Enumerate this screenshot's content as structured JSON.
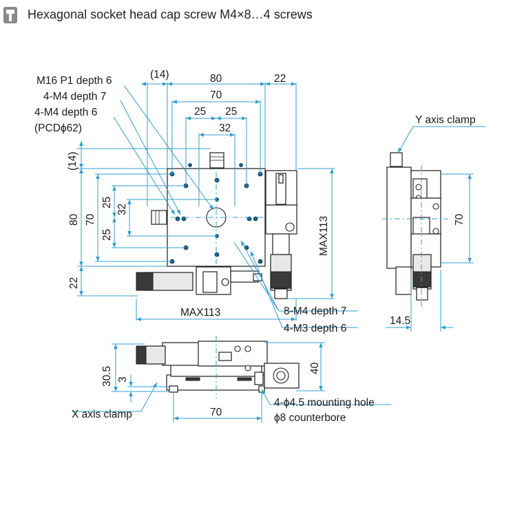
{
  "header": {
    "icon": "screw-icon",
    "title": "Hexagonal socket head cap screw M4×8…4 screws"
  },
  "callouts": {
    "m16": "M16 P1 depth 6",
    "m4_7": "4-M4 depth 7",
    "m4_6": "4-M4 depth 6",
    "pcd": "(PCDϕ62)",
    "y_clamp": "Y axis clamp",
    "m4_8": "8-M4 depth 7",
    "m3": "4-M3 depth 6",
    "x_clamp": "X axis clamp",
    "mount_hole": "4-ϕ4.5 mounting hole",
    "counterbore": "ϕ8 counterbore"
  },
  "dims": {
    "top_14": "(14)",
    "top_80": "80",
    "top_22": "22",
    "top_70": "70",
    "top_25a": "25",
    "top_25b": "25",
    "top_32": "32",
    "left_14": "(14)",
    "left_80": "80",
    "left_70": "70",
    "left_25a": "25",
    "left_32": "32",
    "left_25b": "25",
    "left_22": "22",
    "max113_h": "MAX113",
    "max113_v": "MAX113",
    "side_70": "70",
    "side_14_5": "14.5",
    "front_30_5": "30.5",
    "front_3": "3",
    "front_40": "40",
    "front_70": "70"
  },
  "colors": {
    "dimension_line": "#2f9fd0",
    "part_outline": "#1c1c1c",
    "tapped_hole": "#1f5f86",
    "header_icon": "#8a8a8a"
  }
}
